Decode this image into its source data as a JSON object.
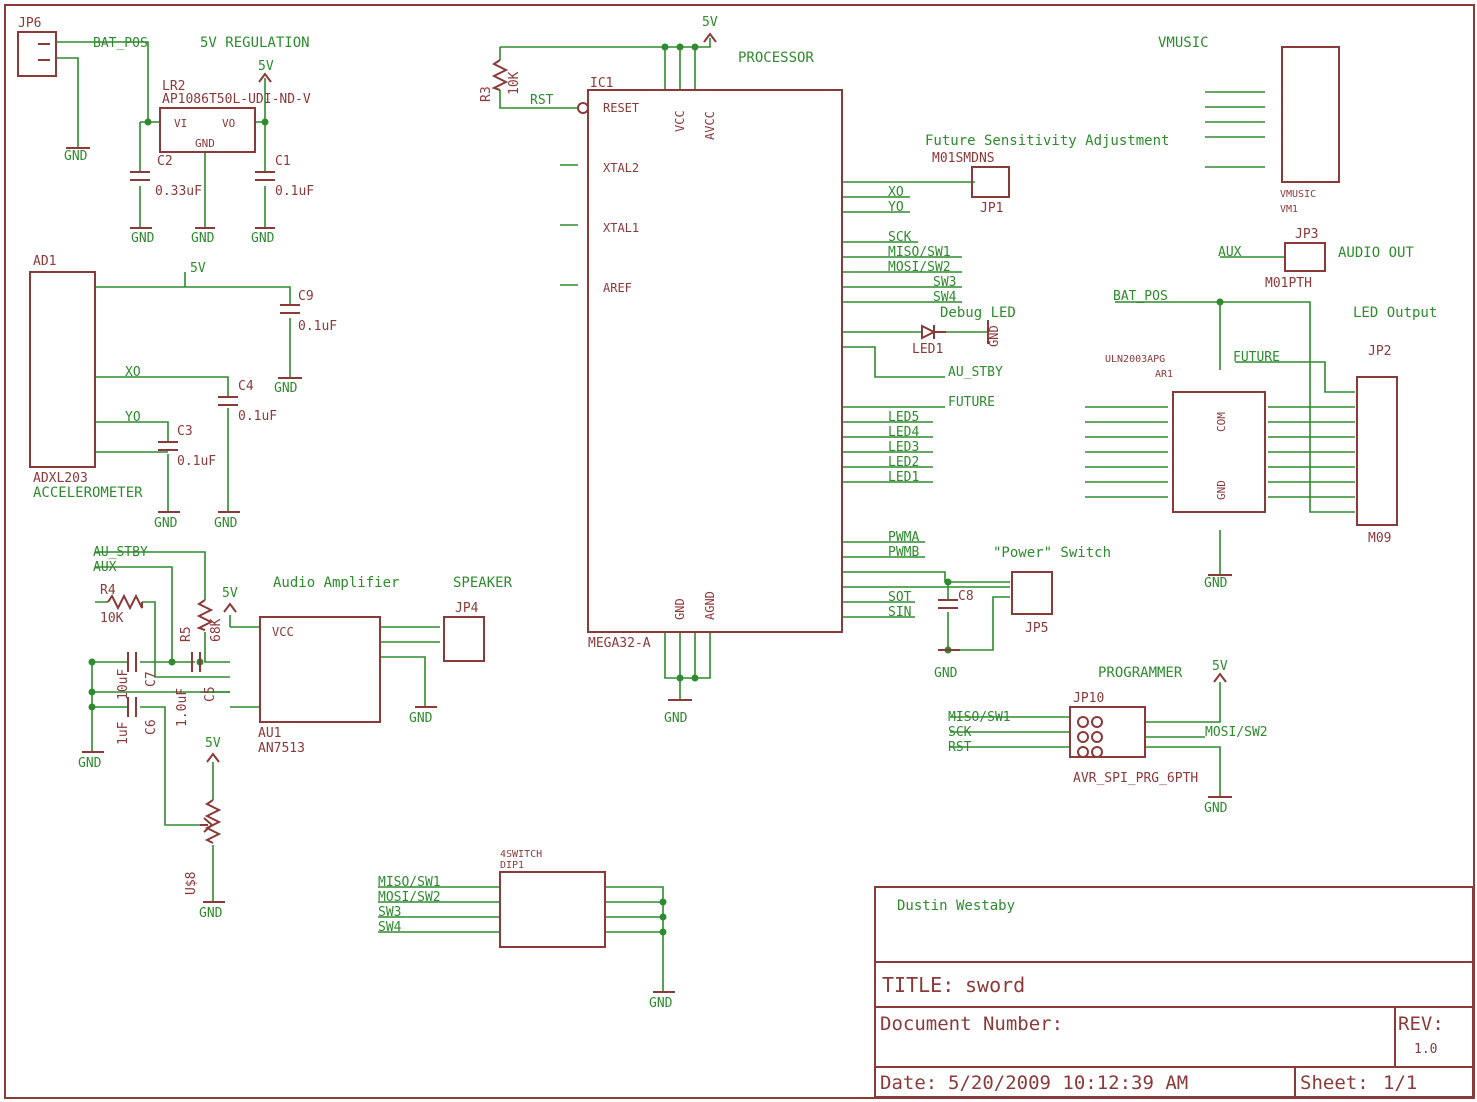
{
  "sections": {
    "regulation": "5V REGULATION",
    "processor": "PROCESSOR",
    "vmusic": "VMUSIC",
    "future_sens": "Future Sensitivity Adjustment",
    "audio_out": "AUDIO OUT",
    "led_output": "LED Output",
    "debug_led": "Debug LED",
    "power_switch": "\"Power\" Switch",
    "audio_amp": "Audio Amplifier",
    "speaker": "SPEAKER",
    "programmer": "PROGRAMMER",
    "accelerometer": "ACCELEROMETER"
  },
  "nets": {
    "v5": "5V",
    "gnd": "GND",
    "bat_pos": "BAT_POS",
    "rst": "RST",
    "xo": "XO",
    "yo": "YO",
    "sck": "SCK",
    "miso_sw1": "MISO/SW1",
    "mosi_sw2": "MOSI/SW2",
    "sw3": "SW3",
    "sw4": "SW4",
    "au_stby": "AU_STBY",
    "future": "FUTURE",
    "aux": "AUX",
    "pwma": "PWMA",
    "pwmb": "PWMB",
    "sot": "SOT",
    "sin": "SIN",
    "led1": "LED1",
    "led2": "LED2",
    "led3": "LED3",
    "led4": "LED4",
    "led5": "LED5"
  },
  "parts": {
    "jp6": "JP6",
    "lr2": "LR2",
    "lr2_value": "AP1086T50L-UDI-ND-V",
    "lr2_vi": "VI",
    "lr2_vo": "VO",
    "c2": "C2",
    "c2_value": "0.33uF",
    "c1": "C1",
    "c1_value": "0.1uF",
    "ad1": "AD1",
    "ad1_value": "ADXL203",
    "c9": "C9",
    "c9_value": "0.1uF",
    "c4": "C4",
    "c4_value": "0.1uF",
    "c3": "C3",
    "c3_value": "0.1uF",
    "r3": "R3",
    "r3_value": "10K",
    "ic1": "IC1",
    "ic1_value": "MEGA32-A",
    "ic_reset": "RESET",
    "ic_xtal2": "XTAL2",
    "ic_xtal1": "XTAL1",
    "ic_aref": "AREF",
    "ic_vcc": "VCC",
    "ic_avcc": "AVCC",
    "ic_gnd": "GND",
    "ic_agnd": "AGND",
    "jp1": "JP1",
    "jp1_value": "M01SMDNS",
    "vm1": "VM1",
    "vm1_value": "VMUSIC",
    "jp3": "JP3",
    "jp3_value": "M01PTH",
    "ar1": "AR1",
    "ar1_value": "ULN2003APG",
    "ar1_com": "COM",
    "jp2": "JP2",
    "jp2_value": "M09",
    "led1": "LED1",
    "jp5": "JP5",
    "c8": "C8",
    "r4": "R4",
    "r4_value": "10K",
    "r5": "R5",
    "r5_value": "68K",
    "c7": "C7",
    "c7_value": "10uF",
    "c6": "C6",
    "c6_value": "1uF",
    "c5": "C5",
    "c5_value": "1.0uF",
    "au1": "AU1",
    "au1_value": "AN7513",
    "jp4": "JP4",
    "us8": "U$8",
    "dip1": "DIP1",
    "dip1_value": "4SWITCH",
    "jp10": "JP10",
    "jp10_value": "AVR_SPI_PRG_6PTH"
  },
  "title_block": {
    "author": "Dustin Westaby",
    "title_label": "TITLE:",
    "title": "sword",
    "doc_label": "Document Number:",
    "rev_label": "REV:",
    "rev": "1.0",
    "date_label": "Date:",
    "date": "5/20/2009 10:12:39 AM",
    "sheet_label": "Sheet:",
    "sheet": "1/1"
  },
  "colors": {
    "wire": "#2e8b2e",
    "part": "#8b3a3a",
    "label": "#2e8b2e",
    "frame": "#8b3a3a"
  }
}
